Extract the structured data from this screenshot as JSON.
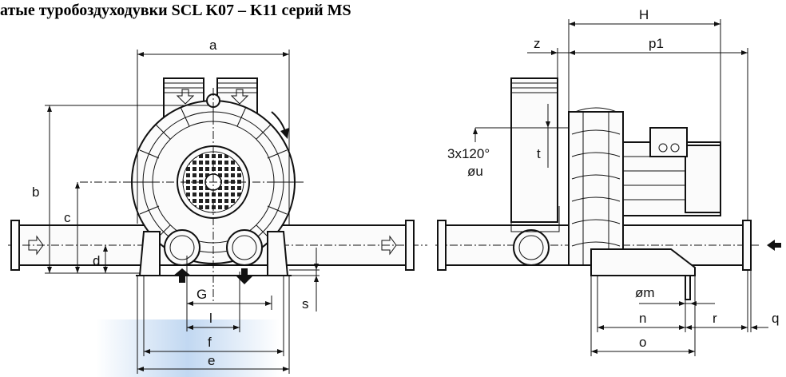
{
  "title": "атые туробоздуходувки SCL K07 – K11 серий MS",
  "labels": {
    "a": "a",
    "b": "b",
    "c": "c",
    "d": "d",
    "G": "G",
    "l": "l",
    "f": "f",
    "e": "e",
    "s": "s",
    "H": "H",
    "z": "z",
    "p1": "p1",
    "t": "t",
    "angle": "3x120°",
    "u": "øu",
    "m": "øm",
    "n": "n",
    "r": "r",
    "q": "q",
    "o": "o"
  },
  "colors": {
    "line": "#111111",
    "fan_glow": "#4f8fd8"
  }
}
